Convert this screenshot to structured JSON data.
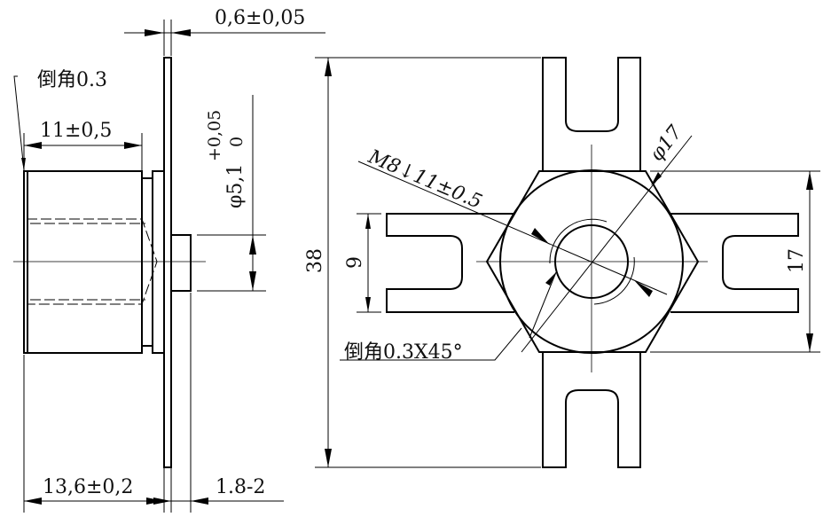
{
  "labels": {
    "thickness": "0,6±0,05",
    "chamfer_left": "倒角0.3",
    "length_11": "11±0,5",
    "diameter_pin": "φ5,1",
    "diameter_pin_tol_upper": "+0,05",
    "diameter_pin_tol_lower": "0",
    "total_length": "13,6±0,2",
    "pin_length": "1.8-2",
    "height_38": "38",
    "tab_width_9": "9",
    "hex_17": "17",
    "thread": "M8↓11±0.5",
    "diameter_17": "φ17",
    "chamfer_right": "倒角0.3X45°"
  }
}
